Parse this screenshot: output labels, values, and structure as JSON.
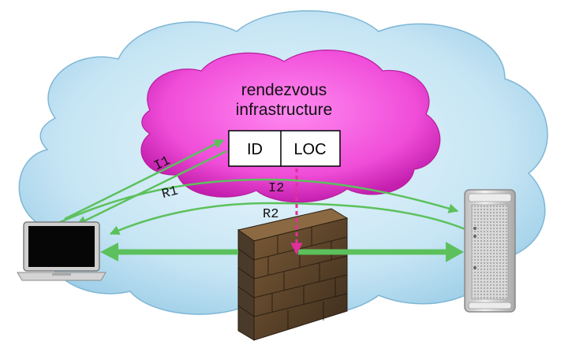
{
  "rendezvous": {
    "title_line1": "rendezvous",
    "title_line2": "infrastructure"
  },
  "table": {
    "col1": "ID",
    "col2": "LOC"
  },
  "arrows": {
    "i1": "I1",
    "r1": "R1",
    "i2": "I2",
    "r2": "R2"
  },
  "colors": {
    "outer_cloud": "#bfe1f2",
    "inner_cloud": "#f04dd9",
    "arrow_green": "#5cc15c",
    "pink_dashed": "#e0309a",
    "brick": "#6b5236"
  },
  "icons": {
    "laptop": "laptop-icon",
    "server": "server-tower-icon",
    "firewall": "brick-wall-icon"
  }
}
